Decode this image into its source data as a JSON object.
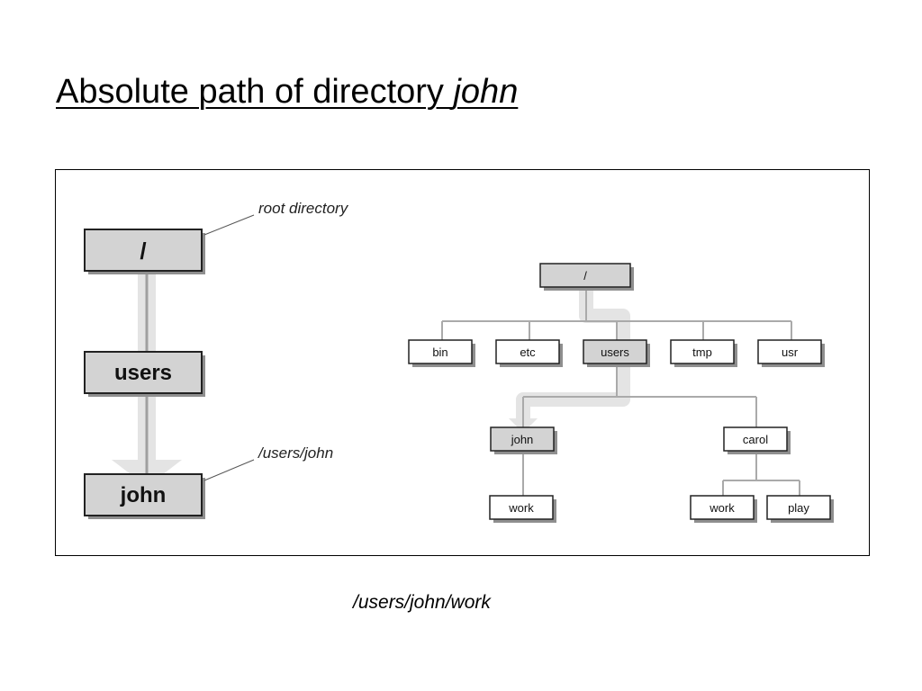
{
  "title": {
    "text": "Absolute path of directory ",
    "emphasis": "john"
  },
  "caption": "/users/john/work",
  "path_chain": {
    "root_label": "/",
    "middle_label": "users",
    "leaf_label": "john",
    "root_annotation": "root directory",
    "leaf_annotation": "/users/john"
  },
  "tree": {
    "root": "/",
    "level1": [
      "bin",
      "etc",
      "users",
      "tmp",
      "usr"
    ],
    "users_children": [
      "john",
      "carol"
    ],
    "john_children": [
      "work"
    ],
    "carol_children": [
      "work",
      "play"
    ]
  },
  "highlighted_path": [
    "/",
    "users",
    "john"
  ],
  "colors": {
    "highlight_fill": "#d3d3d3",
    "plain_fill": "#ffffff",
    "path_arrow": "#e4e4e4",
    "connector": "#aaaaaa",
    "shadow": "#8f8f8f"
  }
}
